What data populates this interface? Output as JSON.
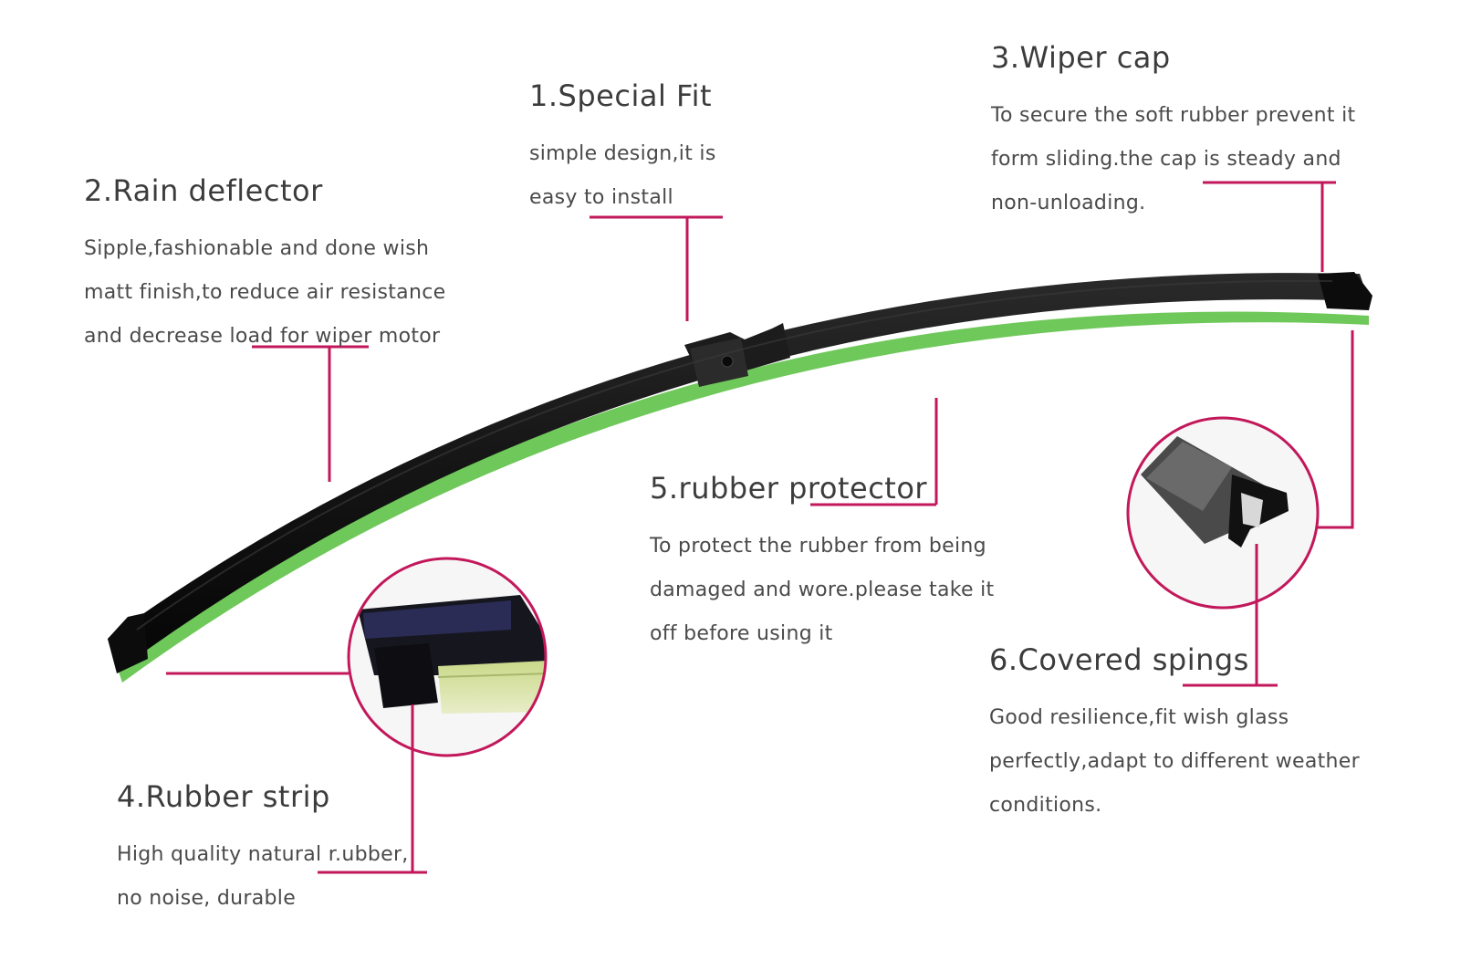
{
  "colors": {
    "accent": "#c2185b",
    "blade": "#151515",
    "rubber_green": "#6fc85a",
    "text": "#3c3c3c"
  },
  "features": [
    {
      "id": "special-fit",
      "title": "1.Special Fit",
      "lines": [
        "simple design,it is",
        "easy to install"
      ]
    },
    {
      "id": "rain-deflector",
      "title": "2.Rain  deflector",
      "lines": [
        "Sipple,fashionable and done wish",
        "matt finish,to reduce air resistance",
        "and decrease load for wiper motor"
      ]
    },
    {
      "id": "wiper-cap",
      "title": "3.Wiper  cap",
      "lines": [
        "To secure the soft rubber prevent it",
        "form sliding.the cap is steady and",
        "non-unloading."
      ]
    },
    {
      "id": "rubber-strip",
      "title": "4.Rubber  strip",
      "lines": [
        "High quality natural r.ubber,",
        "no noise, durable"
      ]
    },
    {
      "id": "rubber-protector",
      "title": "5.rubber protector",
      "lines": [
        "To protect the rubber from being",
        "damaged and wore.please take it",
        "off before using it"
      ]
    },
    {
      "id": "covered-springs",
      "title": "6.Covered  spings",
      "lines": [
        "Good resilience,fit wish glass",
        "perfectly,adapt to different weather",
        "conditions."
      ]
    }
  ],
  "icons": [
    "wiper-blade-icon",
    "rubber-strip-detail-icon",
    "covered-spring-detail-icon"
  ]
}
